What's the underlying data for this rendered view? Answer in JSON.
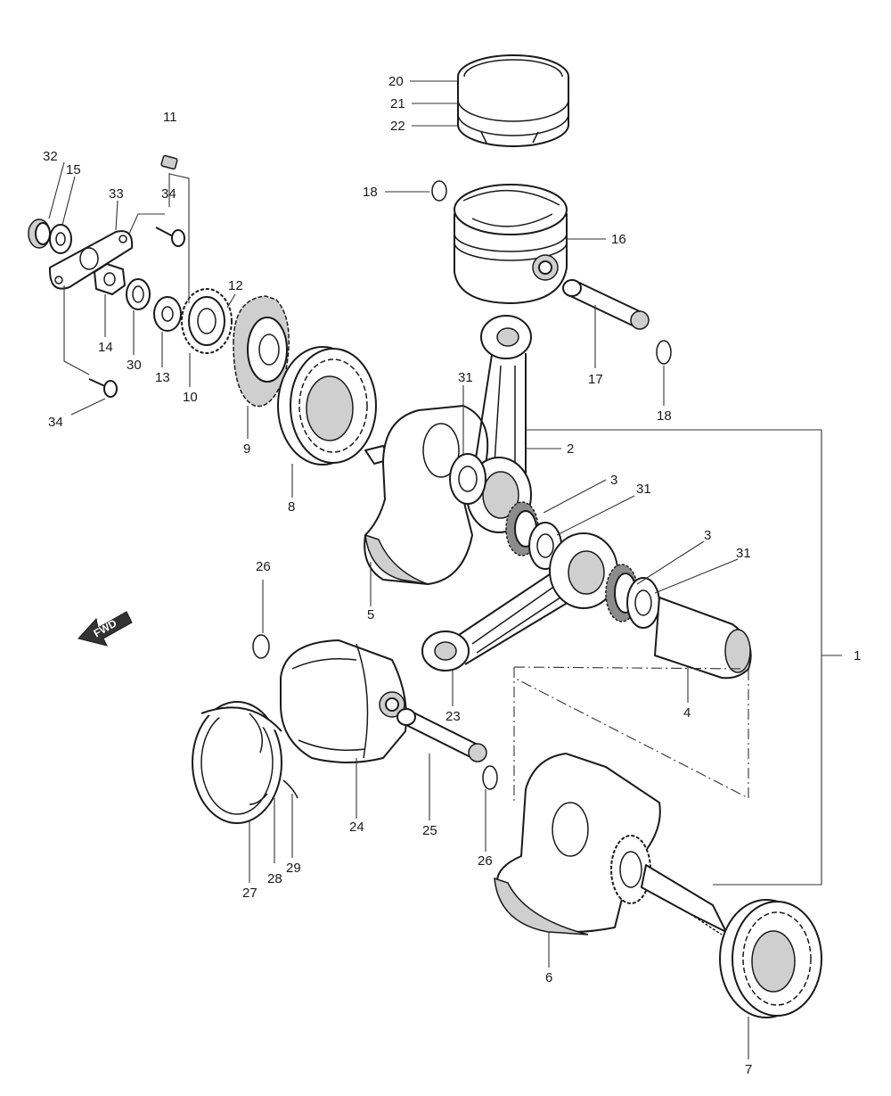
{
  "fwd_label": "FWD",
  "callouts": {
    "c1": "1",
    "c2": "2",
    "c3a": "3",
    "c3b": "3",
    "c4": "4",
    "c5": "5",
    "c6": "6",
    "c7": "7",
    "c8": "8",
    "c9": "9",
    "c10": "10",
    "c11": "11",
    "c12": "12",
    "c13": "13",
    "c14": "14",
    "c15": "15",
    "c16": "16",
    "c17": "17",
    "c18a": "18",
    "c18b": "18",
    "c20": "20",
    "c21": "21",
    "c22": "22",
    "c23": "23",
    "c24": "24",
    "c25": "25",
    "c26a": "26",
    "c26b": "26",
    "c27": "27",
    "c28": "28",
    "c29": "29",
    "c30": "30",
    "c31a": "31",
    "c31b": "31",
    "c31c": "31",
    "c32": "32",
    "c33": "33",
    "c34a": "34",
    "c34b": "34"
  }
}
